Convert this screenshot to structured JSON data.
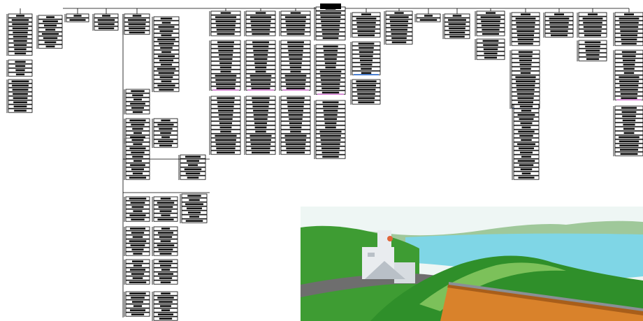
{
  "diagram": {
    "root": {
      "tone": "#000000"
    },
    "branches": [
      {
        "id": "b1",
        "colour": "#000000",
        "highlight": null
      },
      {
        "id": "b2",
        "colour": "#000000",
        "highlight": null
      },
      {
        "id": "b3",
        "colour": "#000000",
        "highlight": null
      },
      {
        "id": "b4",
        "colour": "#000000",
        "highlight": null
      },
      {
        "id": "b5",
        "colour": "#000000",
        "highlight": "#d88fd6"
      },
      {
        "id": "b6",
        "colour": "#000000",
        "highlight": "#d88fd6"
      },
      {
        "id": "b7",
        "colour": "#000000",
        "highlight": "#d88fd6"
      },
      {
        "id": "b8",
        "colour": "#000000",
        "highlight": "#d88fd6"
      },
      {
        "id": "b9",
        "colour": "#000000",
        "highlight": "#4a7fd0"
      },
      {
        "id": "b10",
        "colour": "#000000",
        "highlight": null
      },
      {
        "id": "b11",
        "colour": "#000000",
        "highlight": null
      },
      {
        "id": "b12",
        "colour": "#000000",
        "highlight": null
      },
      {
        "id": "b13",
        "colour": "#000000",
        "highlight": null
      },
      {
        "id": "b14",
        "colour": "#000000",
        "highlight": "#4a7fd0"
      },
      {
        "id": "b15",
        "colour": "#000000",
        "highlight": null
      },
      {
        "id": "b16",
        "colour": "#000000",
        "highlight": null
      },
      {
        "id": "b17",
        "colour": "#000000",
        "highlight": "#d88fd6"
      }
    ]
  },
  "scene": {
    "description_icon": "landscape-illustration",
    "colors": {
      "sky": "#eef6f4",
      "water": "#7fd6e6",
      "hills": "#2f8f2a",
      "hills_light": "#7cc15a",
      "far_hills": "#9fc89a",
      "road": "#6e6e6e",
      "building": "#e9ecef",
      "building_shadow": "#b9c0c7",
      "wall": "#d9822b",
      "wall_dark": "#a85e1a",
      "rail": "#8a8f95"
    }
  }
}
